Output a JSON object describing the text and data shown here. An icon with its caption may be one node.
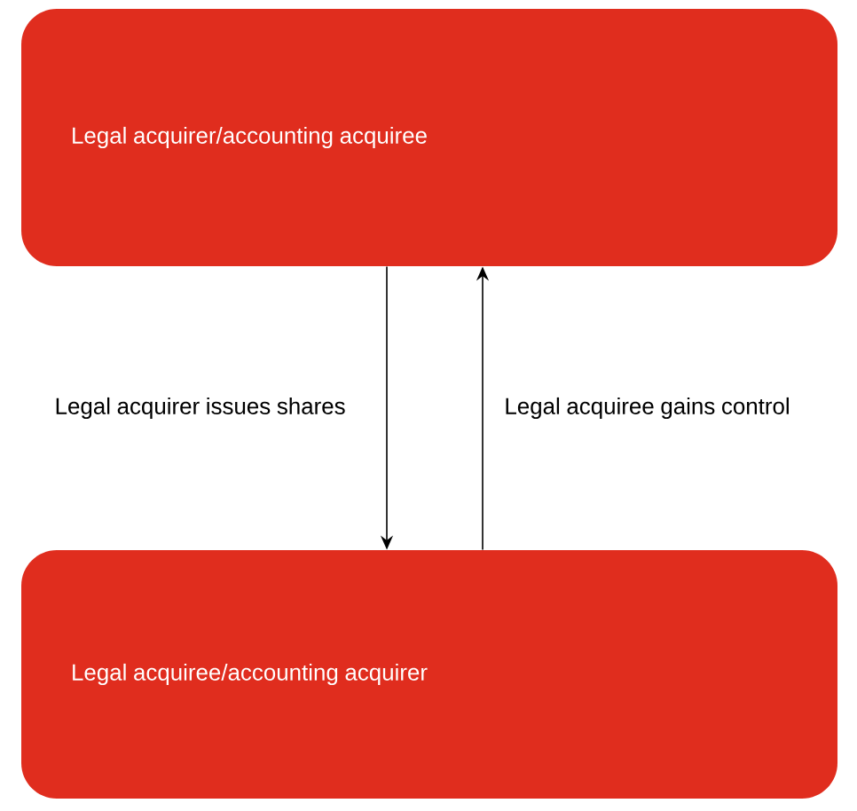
{
  "diagram": {
    "nodes": [
      {
        "text": [
          "Legal acquirer/accounting acquiree"
        ]
      },
      {
        "text": [
          "Legal acquiree/accounting acquirer"
        ]
      }
    ],
    "edges": [
      {
        "from": 0,
        "to": 1,
        "arrow": "to",
        "label": "Legal acquirer issues shares"
      },
      {
        "from": 1,
        "to": 0,
        "arrow": "to",
        "label": "Legal acquiree gains control"
      }
    ]
  }
}
